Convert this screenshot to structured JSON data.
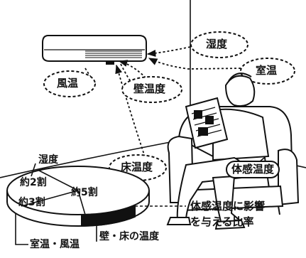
{
  "factors": {
    "humidity": "湿度",
    "room_temp": "室温",
    "airflow_temp": "風温",
    "wall_temp": "壁温度",
    "floor_temp": "床温度",
    "sensory_temp": "体感温度"
  },
  "pie": {
    "legend_humidity": "湿度",
    "share_humidity": "約2割",
    "share_room_airflow": "約3割",
    "share_wall_floor": "約5割",
    "legend_room_airflow": "室温・風温",
    "legend_wall_floor": "壁・床の温度"
  },
  "note": {
    "line1": "体感温度に影響",
    "line2": "を与える比率"
  },
  "colors": {
    "ink": "#111111",
    "paper": "#ffffff",
    "wall_floor_slice": "#111111"
  },
  "icons": [
    "air-conditioner-icon",
    "person-reading-newspaper-icon",
    "armchair-icon"
  ]
}
